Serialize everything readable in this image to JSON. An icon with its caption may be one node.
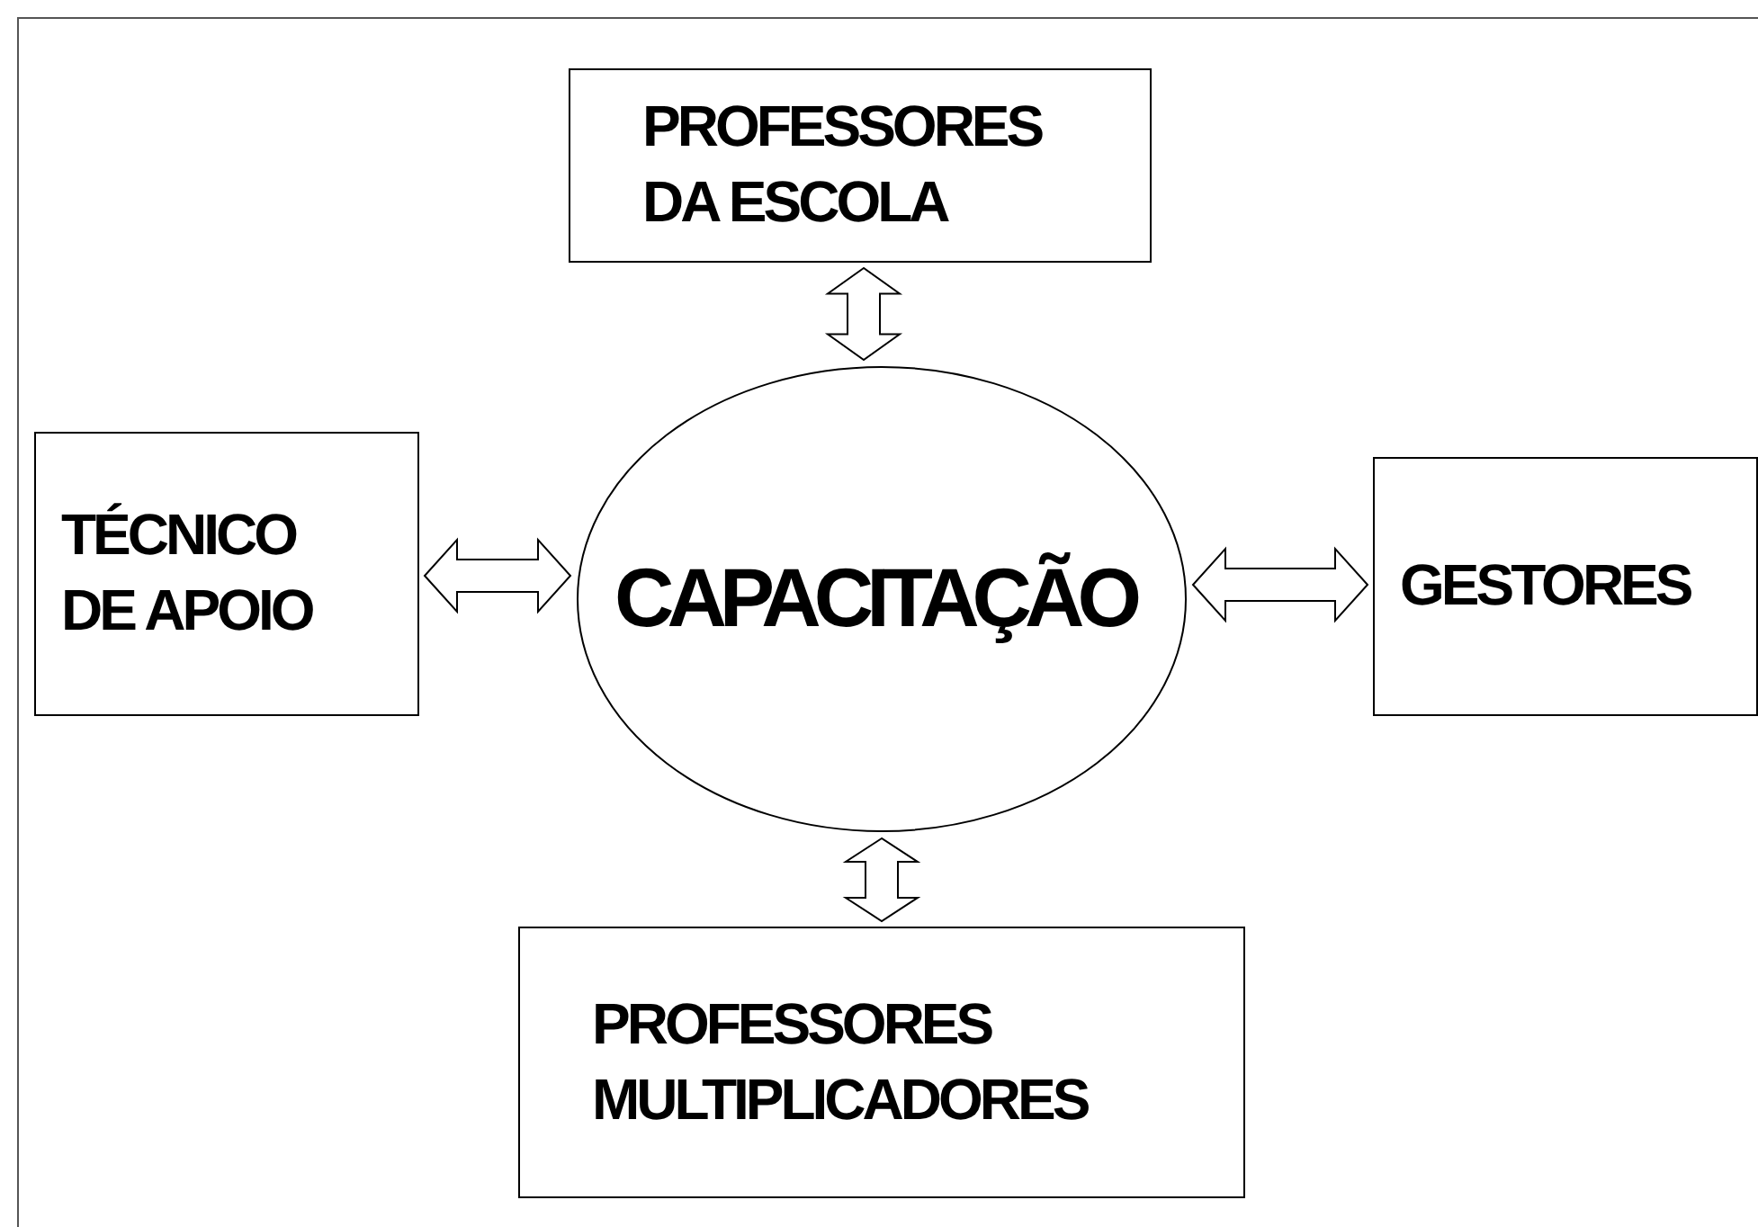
{
  "diagram": {
    "nodes": [
      {
        "text": [
          "PROFESSORES DA ESCOLA"
        ]
      },
      {
        "text": [
          "TÉCNICO DE APOIO"
        ]
      },
      {
        "text": [
          "CAPACITAÇÃO"
        ]
      },
      {
        "text": [
          "GESTORES"
        ]
      },
      {
        "text": [
          "PROFESSORES MULTIPLICADORES"
        ]
      }
    ],
    "edges": [
      {
        "from": 0,
        "to": 2,
        "arrow": "both"
      },
      {
        "from": 1,
        "to": 2,
        "arrow": "both"
      },
      {
        "from": 2,
        "to": 3,
        "arrow": "both"
      },
      {
        "from": 2,
        "to": 4,
        "arrow": "both"
      }
    ]
  }
}
